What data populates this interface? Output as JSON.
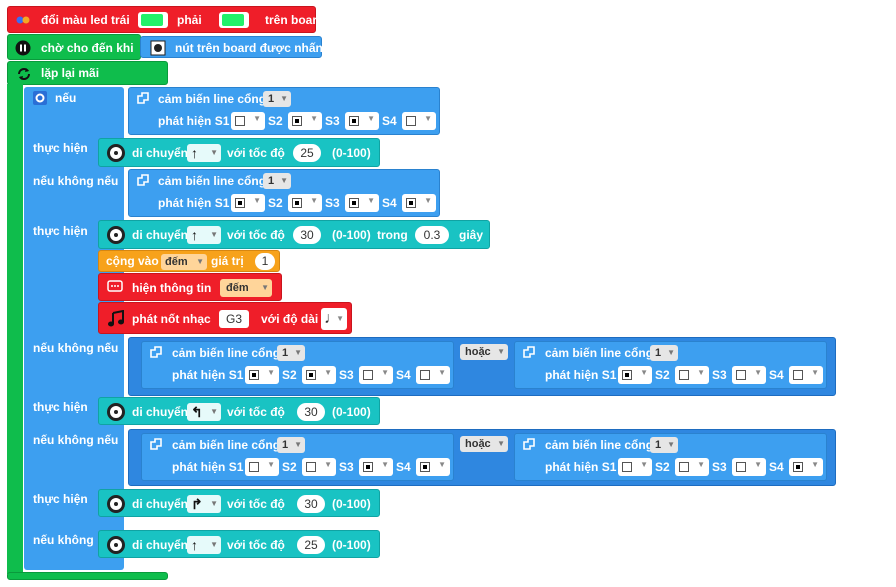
{
  "blocks": {
    "led": {
      "label": "đổi màu led trái",
      "right_label": "phải",
      "tail": "trên board",
      "color": "#22f06a"
    },
    "wait": {
      "label": "chờ cho đến khi",
      "cond": "nút trên board được nhấn"
    },
    "forever": {
      "label": "lặp lại mãi"
    },
    "if": {
      "label_if": "nếu",
      "label_do": "thực hiện",
      "label_elseif": "nếu không nếu",
      "label_else": "nếu không"
    },
    "sensor_label": "cảm biến line cổng",
    "detect_label": "phát hiện",
    "s_labels": [
      "S1",
      "S2",
      "S3",
      "S4"
    ],
    "port": "1",
    "or_label": "hoặc",
    "move_label": "di chuyển",
    "speed_label": "với tốc độ",
    "range_label": "(0-100)",
    "within_label": "trong",
    "sec_label": "giây",
    "add_label": "cộng vào",
    "var_name": "đếm",
    "value_label": "giá trị",
    "add_value": "1",
    "show_label": "hiện thông tin",
    "note_label": "phát nốt nhạc",
    "note_value": "G3",
    "duration_label": "với độ dài",
    "moves": [
      {
        "dir": "↑",
        "speed": "25"
      },
      {
        "dir": "↑",
        "speed": "30",
        "time": "0.3"
      },
      {
        "dir": "↰",
        "speed": "30"
      },
      {
        "dir": "↱",
        "speed": "30"
      },
      {
        "dir": "↑",
        "speed": "25"
      }
    ]
  },
  "colors": {
    "red": "#ef1e29",
    "green": "#0fbd4c",
    "blue": "#3d9ff0",
    "dark_blue": "#2f87e0",
    "teal": "#19c3c3",
    "orange": "#f7a21b"
  }
}
